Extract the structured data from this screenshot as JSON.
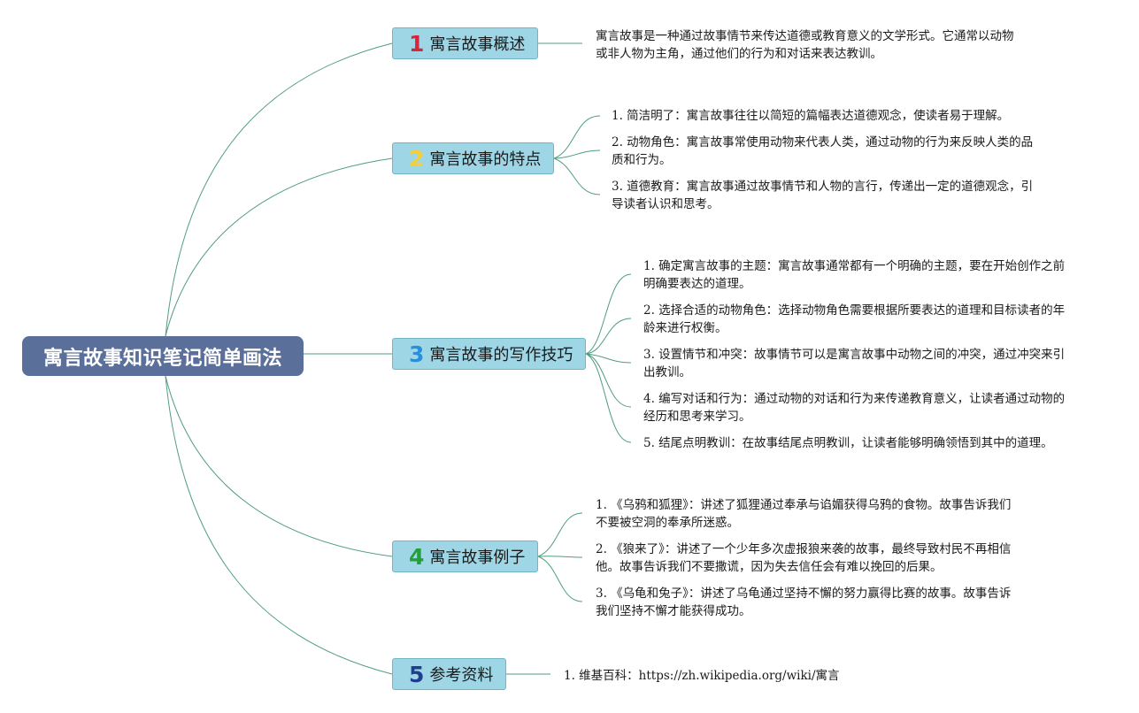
{
  "root": {
    "title": "寓言故事知识笔记简单画法"
  },
  "branches": [
    {
      "number": "1",
      "number_color": "#d9243d",
      "title": "寓言故事概述",
      "items": [
        [
          "寓言故事是一种通过故事情节来传达道德或教育意义的文学形式。它通常以动物",
          "或非人物为主角，通过他们的行为和对话来表达教训。"
        ]
      ]
    },
    {
      "number": "2",
      "number_color": "#f4cf3a",
      "title": "寓言故事的特点",
      "items": [
        [
          "1. 简洁明了：寓言故事往往以简短的篇幅表达道德观念，使读者易于理解。"
        ],
        [
          "2. 动物角色：寓言故事常使用动物来代表人类，通过动物的行为来反映人类的品",
          "质和行为。"
        ],
        [
          "3. 道德教育：寓言故事通过故事情节和人物的言行，传递出一定的道德观念，引",
          "导读者认识和思考。"
        ]
      ]
    },
    {
      "number": "3",
      "number_color": "#2a8fd8",
      "title": "寓言故事的写作技巧",
      "items": [
        [
          "1. 确定寓言故事的主题：寓言故事通常都有一个明确的主题，要在开始创作之前",
          "明确要表达的道理。"
        ],
        [
          "2. 选择合适的动物角色：选择动物角色需要根据所要表达的道理和目标读者的年",
          "龄来进行权衡。"
        ],
        [
          "3. 设置情节和冲突：故事情节可以是寓言故事中动物之间的冲突，通过冲突来引",
          "出教训。"
        ],
        [
          "4. 编写对话和行为：通过动物的对话和行为来传递教育意义，让读者通过动物的",
          "经历和思考来学习。"
        ],
        [
          "5. 结尾点明教训：在故事结尾点明教训，让读者能够明确领悟到其中的道理。"
        ]
      ]
    },
    {
      "number": "4",
      "number_color": "#23a037",
      "title": "寓言故事例子",
      "items": [
        [
          "1. 《乌鸦和狐狸》：讲述了狐狸通过奉承与谄媚获得乌鸦的食物。故事告诉我们",
          "不要被空洞的奉承所迷惑。"
        ],
        [
          "2. 《狼来了》：讲述了一个少年多次虚报狼来袭的故事，最终导致村民不再相信",
          "他。故事告诉我们不要撒谎，因为失去信任会有难以挽回的后果。"
        ],
        [
          "3. 《乌龟和兔子》：讲述了乌龟通过坚持不懈的努力赢得比赛的故事。故事告诉",
          "我们坚持不懈才能获得成功。"
        ]
      ]
    },
    {
      "number": "5",
      "number_color": "#1e3f8f",
      "title": "参考资料",
      "items": [
        [
          "1. 维基百科：https://zh.wikipedia.org/wiki/寓言"
        ]
      ]
    }
  ],
  "colors": {
    "link": "#4f9e7e",
    "root_bg": "#5a6f9a",
    "branch_bg": "#9ed6e6"
  }
}
